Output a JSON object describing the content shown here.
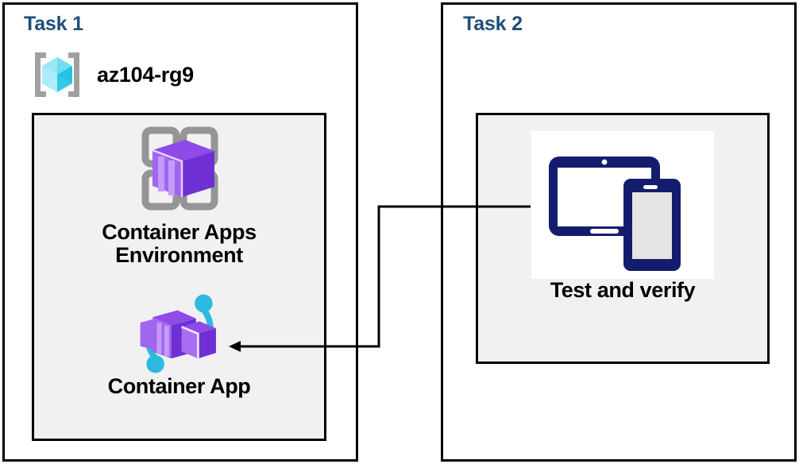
{
  "diagram": {
    "title_color": "#1F4E79",
    "panel_bg": "#F1F1F1",
    "border_color": "#000000"
  },
  "task1": {
    "title": "Task 1",
    "resource_group": {
      "icon": "resource-group-icon",
      "label": "az104-rg9"
    },
    "items": [
      {
        "icon": "container-apps-environment-icon",
        "label": "Container Apps\nEnvironment",
        "accent": "#8A3FFC"
      },
      {
        "icon": "container-app-icon",
        "label": "Container App",
        "accent": "#2CBAE0"
      }
    ]
  },
  "task2": {
    "title": "Task 2",
    "items": [
      {
        "icon": "test-and-verify-devices-icon",
        "label": "Test and verify",
        "accent": "#141C6E"
      }
    ]
  },
  "connector": {
    "from": "test-and-verify-devices-icon",
    "to": "container-app-icon",
    "style": "elbow-arrow",
    "arrow_head": "left"
  }
}
